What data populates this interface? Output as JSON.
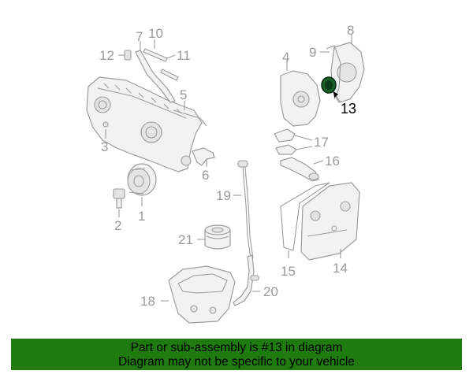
{
  "callouts": {
    "c1": "1",
    "c2": "2",
    "c3": "3",
    "c4": "4",
    "c5": "5",
    "c6": "6",
    "c7": "7",
    "c8": "8",
    "c9": "9",
    "c10": "10",
    "c11": "11",
    "c12": "12",
    "c13": "13",
    "c14": "14",
    "c15": "15",
    "c16": "16",
    "c17": "17",
    "c18": "18",
    "c19": "19",
    "c20": "20",
    "c21": "21"
  },
  "highlight": {
    "part_number": "13",
    "color": "#1a5e2a"
  },
  "banner": {
    "line1": "Part or sub-assembly is #13 in diagram",
    "line2": "Diagram may not be specific to your vehicle",
    "color": "#1f7a10"
  }
}
